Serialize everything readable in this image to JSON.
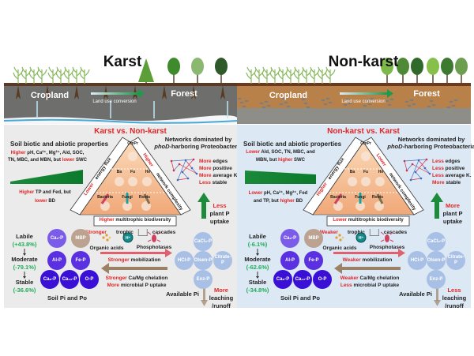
{
  "panels": [
    {
      "title": "Karst",
      "soil_type": "karst",
      "colors": {
        "bg": "#ebebeb",
        "soil": "#6e6e6c",
        "topsoil": "#5a3a22"
      },
      "landscape": {
        "cropland": "Cropland",
        "conversion": "Land use conversion",
        "forest": "Forest"
      },
      "comparison": "Karst vs. Non-karst",
      "props_title": "Soil biotic and abiotic properties",
      "props_top": [
        [
          {
            "text": "Higher",
            "hl": true
          },
          {
            "text": " pH, Ca²⁺,  Mg²⁺, Ald, SOC,"
          }
        ],
        [
          {
            "text": "TN, MBC, and MBN, but "
          },
          {
            "text": "lower",
            "hl": true
          },
          {
            "text": " SWC"
          }
        ]
      ],
      "props_bottom": [
        [
          {
            "text": "Higher",
            "hl": true
          },
          {
            "text": " TP and Fed, but"
          }
        ],
        [
          {
            "text": "lower",
            "hl": true
          },
          {
            "text": " BD"
          }
        ]
      ],
      "network_title": [
        [
          {
            "text": "Networks dominated by"
          }
        ],
        [
          {
            "text": "phoD",
            "it": true
          },
          {
            "text": "-harboring Proteobacteria"
          }
        ]
      ],
      "network_stats": [
        [
          {
            "text": "More",
            "hl": true
          },
          {
            "text": " edges"
          }
        ],
        [
          {
            "text": "More",
            "hl": true
          },
          {
            "text": " positive"
          }
        ],
        [
          {
            "text": "More",
            "hl": true
          },
          {
            "text": " average K."
          }
        ],
        [
          {
            "text": "Less",
            "hl": true
          },
          {
            "text": " stable"
          }
        ]
      ],
      "triangle": {
        "flux": [
          {
            "text": "Lower",
            "hl": true
          },
          {
            "text": " energy flux"
          }
        ],
        "complexity": [
          {
            "text": "Higher",
            "hl": true
          },
          {
            "text": " network complexity"
          }
        ],
        "biodiversity": [
          {
            "text": "Higher",
            "hl": true
          },
          {
            "text": " multitrophic biodiversity"
          }
        ],
        "levels": [
          "OmPr",
          "Ba",
          "Fu",
          "He",
          "Bacteria",
          "Fungi",
          "Roots"
        ]
      },
      "plant": [
        [
          {
            "text": "Less",
            "hl": true
          }
        ],
        [
          {
            "text": "plant P"
          }
        ],
        [
          {
            "text": "uptake"
          }
        ]
      ],
      "cascade": {
        "strength": "Stronger",
        "trophic": "trophic",
        "cascades": "cascades"
      },
      "pools": [
        {
          "label": "Labile",
          "pct": "(+43.8%)"
        },
        {
          "label": "Moderate",
          "pct": "(-79.1%)"
        },
        {
          "label": "Stable",
          "pct": "(-36.6%)"
        }
      ],
      "soil_circles": [
        "Ca₂-P",
        "MBP",
        "Al-P",
        "Fe-P",
        "Ca₈-P",
        "Ca₁₀-P",
        "O-P"
      ],
      "soil_label": "Soil Pi and Po",
      "agents": {
        "organic_acids": "Organic acids",
        "proton": "H⁺",
        "phosphatases": "Phosphotases"
      },
      "mobilization": [
        {
          "text": "Stronger",
          "hl": true
        },
        {
          "text": " mobilization"
        }
      ],
      "chelation": [
        {
          "text": "Stronger",
          "hl": true
        },
        {
          "text": " Ca/Mg chelation"
        }
      ],
      "microbial": [
        {
          "text": "More",
          "hl": true
        },
        {
          "text": "  microbial P uptake"
        }
      ],
      "available_circles": [
        "CaCl₂-P",
        "HCl-P",
        "Olsen-P",
        "Citrate-P",
        "Enz-P"
      ],
      "available_label": "Available Pi",
      "leaching": [
        [
          {
            "text": "More",
            "hl": true
          }
        ],
        [
          {
            "text": "leaching"
          }
        ],
        [
          {
            "text": "/runoff"
          }
        ]
      ]
    },
    {
      "title": "Non-karst",
      "soil_type": "non-karst",
      "colors": {
        "bg": "#dce8f4",
        "soil": "#b9814a",
        "topsoil": "#6b3a1e"
      },
      "landscape": {
        "cropland": "Cropland",
        "conversion": "Land use conversion",
        "forest": "Forest"
      },
      "comparison": "Non-karst vs. Karst",
      "props_title": "Soil biotic and abiotic properties",
      "props_top": [
        [
          {
            "text": "Lower",
            "hl": true
          },
          {
            "text": " Ald, SOC, TN, MBC, and"
          }
        ],
        [
          {
            "text": "MBN, but "
          },
          {
            "text": "higher",
            "hl": true
          },
          {
            "text": " SWC"
          }
        ]
      ],
      "props_bottom": [
        [
          {
            "text": "Lower",
            "hl": true
          },
          {
            "text": " pH, Ca²⁺,  Mg²⁺, Fed"
          }
        ],
        [
          {
            "text": "and TP, but "
          },
          {
            "text": "higher",
            "hl": true
          },
          {
            "text": " BD"
          }
        ]
      ],
      "network_title": [
        [
          {
            "text": "Networks dominated by"
          }
        ],
        [
          {
            "text": "phoD",
            "it": true
          },
          {
            "text": "-harboring Proteobacteria"
          }
        ]
      ],
      "network_stats": [
        [
          {
            "text": "Less",
            "hl": true
          },
          {
            "text": " edges"
          }
        ],
        [
          {
            "text": "Less",
            "hl": true
          },
          {
            "text": " positive"
          }
        ],
        [
          {
            "text": "Less",
            "hl": true
          },
          {
            "text": " average K."
          }
        ],
        [
          {
            "text": "More",
            "hl": true
          },
          {
            "text": " stable"
          }
        ]
      ],
      "triangle": {
        "flux": [
          {
            "text": "Higher",
            "hl": true
          },
          {
            "text": " energy flux"
          }
        ],
        "complexity": [
          {
            "text": "Lower",
            "hl": true
          },
          {
            "text": " network complexity"
          }
        ],
        "biodiversity": [
          {
            "text": "Lower",
            "hl": true
          },
          {
            "text": " multitrophic biodiversity"
          }
        ],
        "levels": [
          "OmPr",
          "Ba",
          "Fu",
          "He",
          "Bacteria",
          "Fungi",
          "Roots"
        ]
      },
      "plant": [
        [
          {
            "text": "More",
            "hl": true
          }
        ],
        [
          {
            "text": "plant P"
          }
        ],
        [
          {
            "text": "uptake"
          }
        ]
      ],
      "cascade": {
        "strength": "Weaker",
        "trophic": "trophic",
        "cascades": "cascades"
      },
      "pools": [
        {
          "label": "Labile",
          "pct": "(-6.1%)"
        },
        {
          "label": "Moderate",
          "pct": "(-62.6%)"
        },
        {
          "label": "Stable",
          "pct": "(-34.8%)"
        }
      ],
      "soil_circles": [
        "Ca₂-P",
        "MBP",
        "Al-P",
        "Fe-P",
        "Ca₈-P",
        "Ca₁₀-P",
        "O-P"
      ],
      "soil_label": "Soil Pi and Po",
      "agents": {
        "organic_acids": "Organic acids",
        "proton": "H⁺",
        "phosphatases": "Phosphotases"
      },
      "mobilization": [
        {
          "text": "Weaker",
          "hl": true
        },
        {
          "text": " mobilization"
        }
      ],
      "chelation": [
        {
          "text": "Weaker",
          "hl": true
        },
        {
          "text": " Ca/Mg chelation"
        }
      ],
      "microbial": [
        {
          "text": "Less",
          "hl": true
        },
        {
          "text": " microbial P uptake"
        }
      ],
      "available_circles": [
        "CaCl₂-P",
        "HCl-P",
        "Olsen-P",
        "Citrate-P",
        "Enz-P"
      ],
      "available_label": "Available Pi",
      "leaching": [
        [
          {
            "text": "Less",
            "hl": true
          }
        ],
        [
          {
            "text": "leaching"
          }
        ],
        [
          {
            "text": "/runoff"
          }
        ]
      ]
    }
  ],
  "palette": {
    "highlight": "#e02626",
    "percent": "#1fae5a",
    "pool_light": "#7b5ce8",
    "pool_mid": "#5a30e0",
    "pool_dark": "#3a10d6",
    "mbp": "#bba291",
    "available": "#a8c0e6",
    "arrow_green": "#1e8a3c",
    "arrow_red": "#e0606e",
    "arrow_brown": "#9b8266"
  }
}
